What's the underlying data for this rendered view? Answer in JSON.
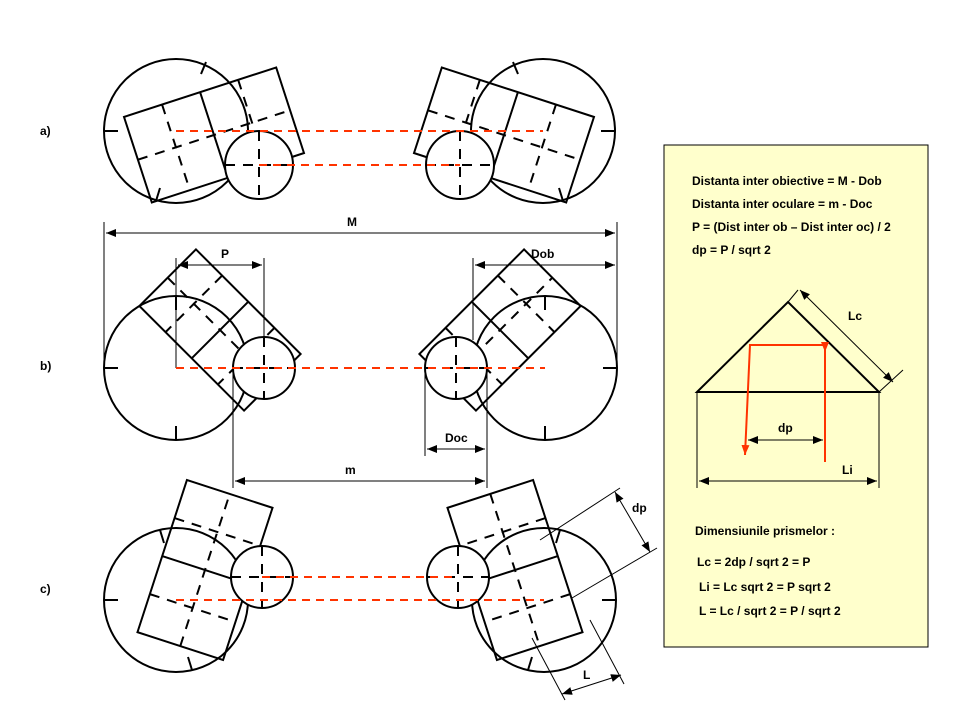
{
  "labels": {
    "row_a": "a)",
    "row_b": "b)",
    "row_c": "c)",
    "M": "M",
    "P": "P",
    "Dob": "Dob",
    "Doc": "Doc",
    "m": "m",
    "dp_c": "dp",
    "L": "L"
  },
  "panel": {
    "formulas": [
      "Distanta inter obiective = M - Dob",
      "Distanta inter oculare = m - Doc",
      "P = (Dist inter ob – Dist inter oc) / 2",
      "dp = P / sqrt 2"
    ],
    "prism": {
      "Lc": "Lc",
      "dp": "dp",
      "Li": "Li"
    },
    "dims_title": "Dimensiunile prismelor :",
    "dims": [
      "Lc = 2dp / sqrt 2 = P",
      "Li = Lc sqrt 2 = P sqrt 2",
      "L = Lc / sqrt 2 = P / sqrt 2"
    ]
  },
  "colors": {
    "optical_axis": "#ff3300",
    "panel_bg": "#ffffcc",
    "ray": "#ff3300"
  }
}
